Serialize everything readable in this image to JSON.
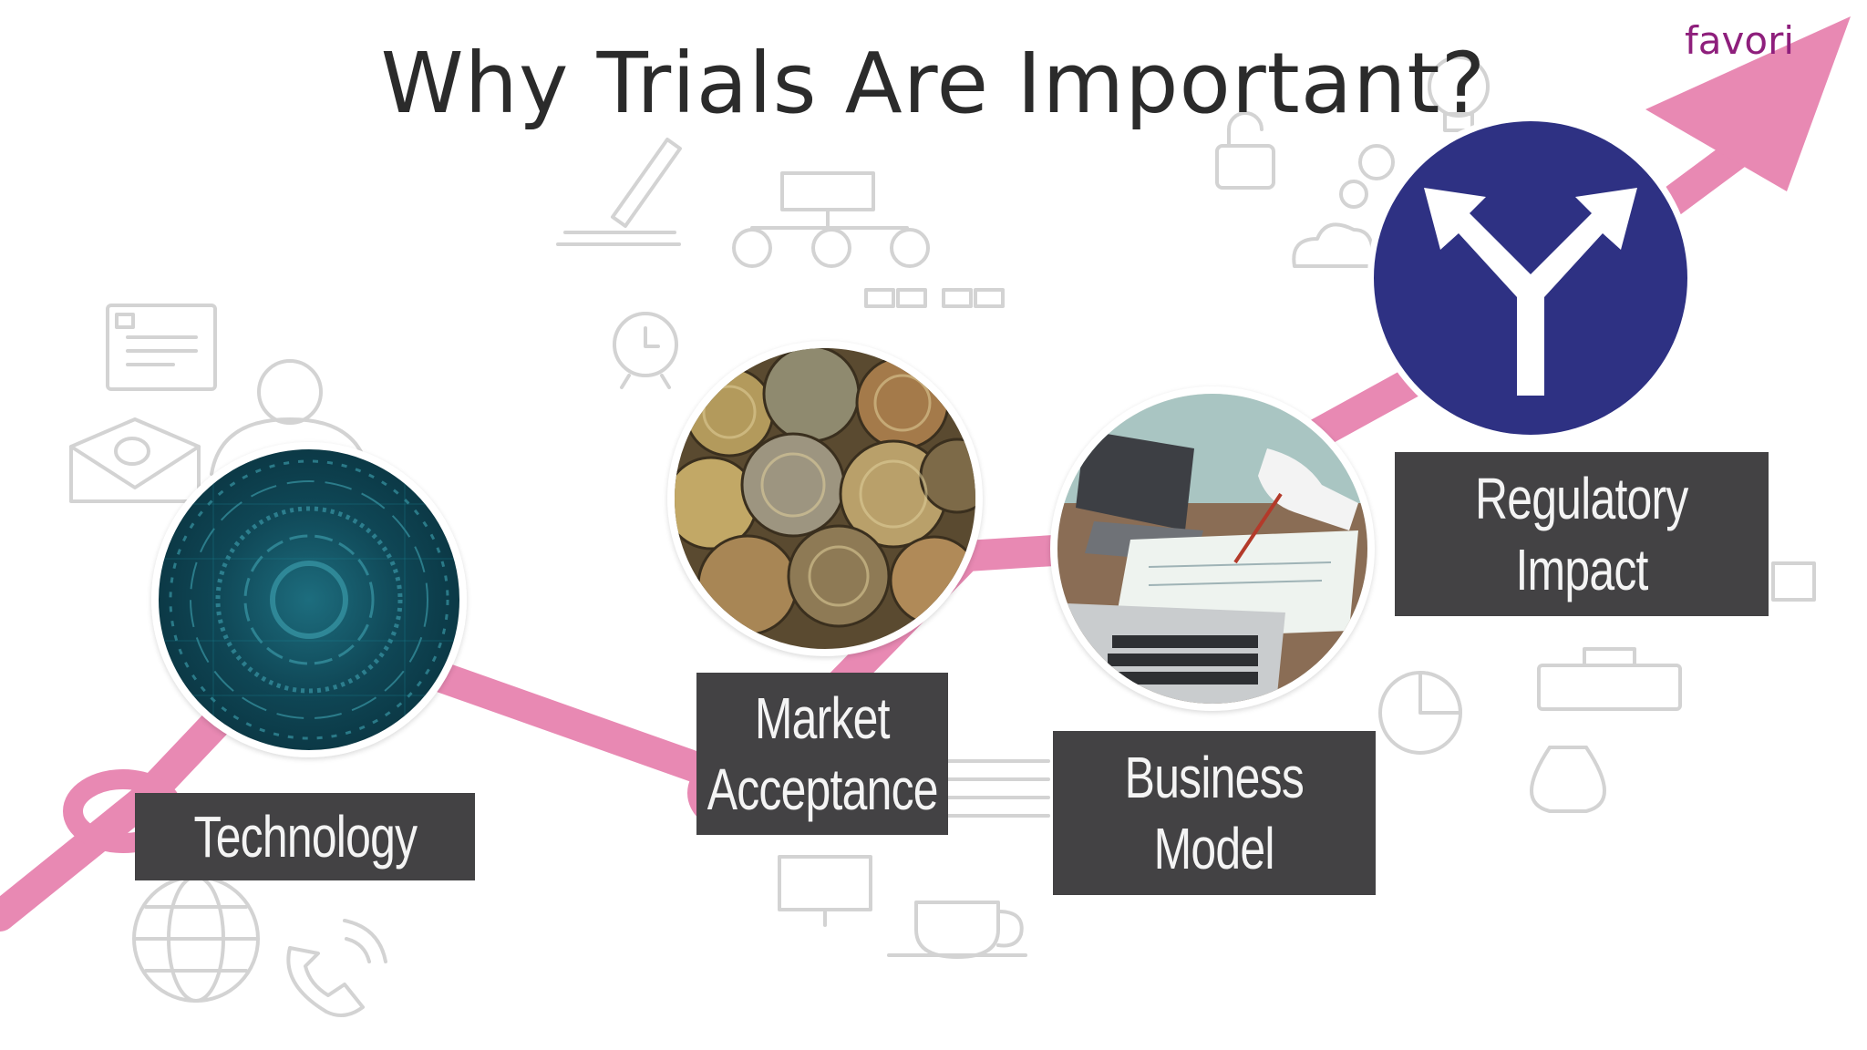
{
  "slide": {
    "title": "Why Trials Are Important?",
    "brand_text": "favori",
    "colors": {
      "accent_arrow": "#e889b3",
      "label_bg": "#434244",
      "label_text": "#f4f4f4",
      "brand": "#8e1f7c",
      "sign_blue": "#2e3183"
    },
    "items": [
      {
        "label_line1": "Technology",
        "label_line2": "",
        "image": "technology-circuit-image"
      },
      {
        "label_line1": "Market",
        "label_line2": "Acceptance",
        "image": "coins-image"
      },
      {
        "label_line1": "Business",
        "label_line2": "Model",
        "image": "laptop-planning-image"
      },
      {
        "label_line1": "Regulatory",
        "label_line2": "Impact",
        "image": "fork-road-sign-image"
      }
    ]
  }
}
